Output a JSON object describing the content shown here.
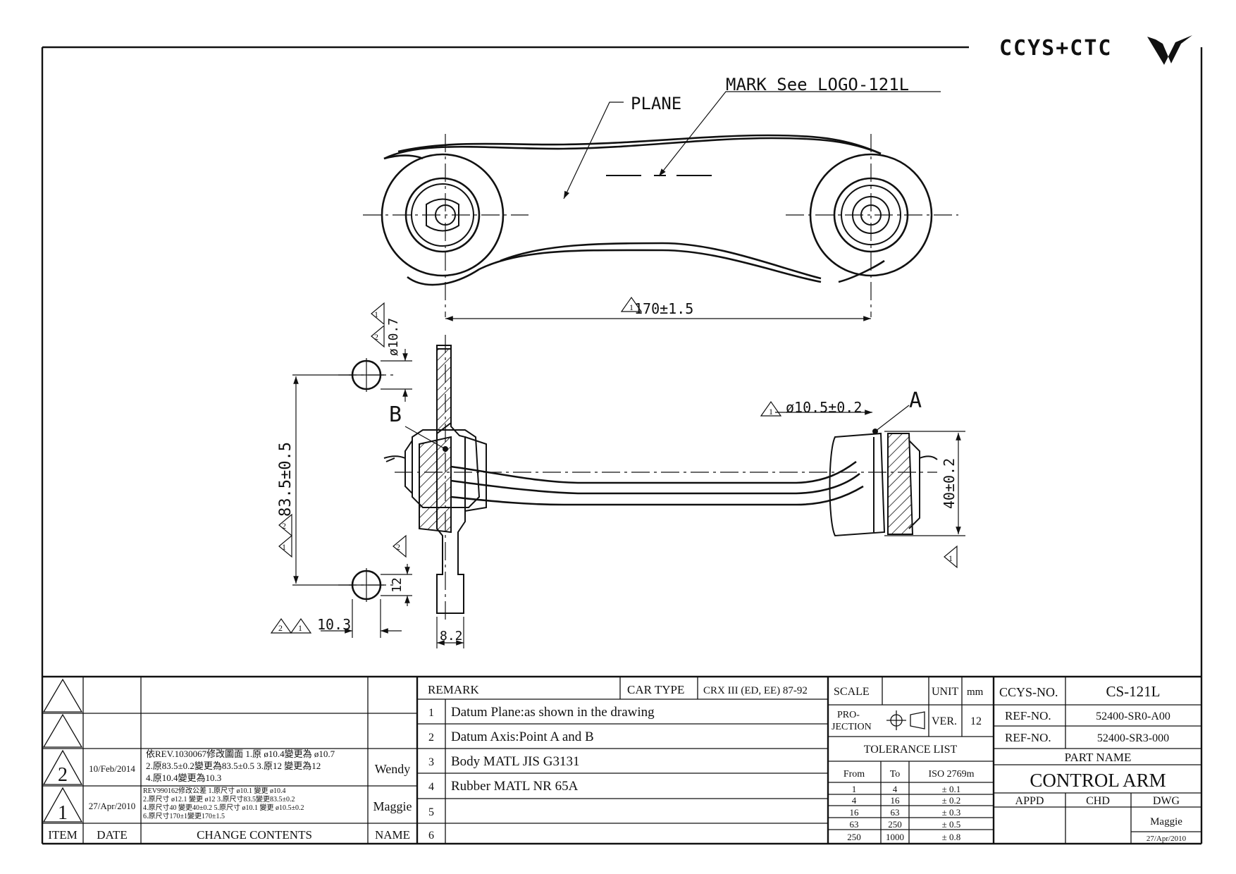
{
  "logo": {
    "text": "CCYS+CTC"
  },
  "labels": {
    "plane": "PLANE",
    "mark": "MARK See LOGO-121L",
    "length": "170±1.5",
    "dia_top": "ø10.7",
    "height": "83.5±0.5",
    "width_bottom": "10.3",
    "dim_12": "12",
    "dim_8_2": "8.2",
    "label_b": "B",
    "label_a": "A",
    "bore": "ø10.5±0.2",
    "bush_height": "40±0.2",
    "rev1": "1",
    "rev2": "2"
  },
  "revisions": [
    {
      "item": "",
      "date": "",
      "content": "",
      "name": ""
    },
    {
      "item": "",
      "date": "",
      "content": "",
      "name": ""
    },
    {
      "item": "2",
      "date": "10/Feb/2014",
      "content_lines": [
        "依REV.1030067修改圖面 1.原 ø10.4變更為 ø10.7",
        "2.原83.5±0.2變更為83.5±0.5 3.原12 變更為12",
        "4.原10.4變更為10.3"
      ],
      "name": "Wendy"
    },
    {
      "item": "1",
      "date": "27/Apr/2010",
      "content_lines": [
        "REV990162修改公差 1.原尺寸 ø10.1 變更 ø10.4",
        "2.原尺寸 ø12.1 變更 ø12 3.原尺寸83.5變更83.5±0.2",
        "4.原尺寸40 變更40±0.2 5.原尺寸 ø10.1 變更 ø10.5±0.2",
        "6.原尺寸170±1變更170±1.5"
      ],
      "name": "Maggie"
    }
  ],
  "rev_headers": {
    "item": "ITEM",
    "date": "DATE",
    "content": "CHANGE CONTENTS",
    "name": "NAME"
  },
  "remarks": {
    "header": "REMARK",
    "car_type_label": "CAR TYPE",
    "car_type": "CRX III (ED, EE) 87-92",
    "items": [
      {
        "no": "1",
        "text": "Datum Plane:as shown in the drawing"
      },
      {
        "no": "2",
        "text": "Datum Axis:Point A and B"
      },
      {
        "no": "3",
        "text": "Body MATL JIS G3131"
      },
      {
        "no": "4",
        "text": "Rubber MATL NR 65A"
      },
      {
        "no": "5",
        "text": ""
      },
      {
        "no": "6",
        "text": ""
      }
    ]
  },
  "spec": {
    "scale_label": "SCALE",
    "scale": "",
    "unit_label": "UNIT",
    "unit": "mm",
    "projection_label_1": "PRO-",
    "projection_label_2": "JECTION",
    "ver_label": "VER.",
    "ver": "12"
  },
  "tolerance": {
    "title": "TOLERANCE LIST",
    "headers": [
      "From",
      "To",
      "ISO 2769m"
    ],
    "rows": [
      [
        "1",
        "4",
        "± 0.1"
      ],
      [
        "4",
        "16",
        "± 0.2"
      ],
      [
        "16",
        "63",
        "± 0.3"
      ],
      [
        "63",
        "250",
        "± 0.5"
      ],
      [
        "250",
        "1000",
        "± 0.8"
      ]
    ]
  },
  "part": {
    "ccys_label": "CCYS-NO.",
    "ccys_no": "CS-121L",
    "ref_label_1": "REF-NO.",
    "ref_no_1": "52400-SR0-A00",
    "ref_label_2": "REF-NO.",
    "ref_no_2": "52400-SR3-000",
    "name_label": "PART NAME",
    "name": "CONTROL ARM",
    "appd_label": "APPD",
    "chd_label": "CHD",
    "dwg_label": "DWG",
    "dwg_by": "Maggie",
    "dwg_date": "27/Apr/2010"
  }
}
